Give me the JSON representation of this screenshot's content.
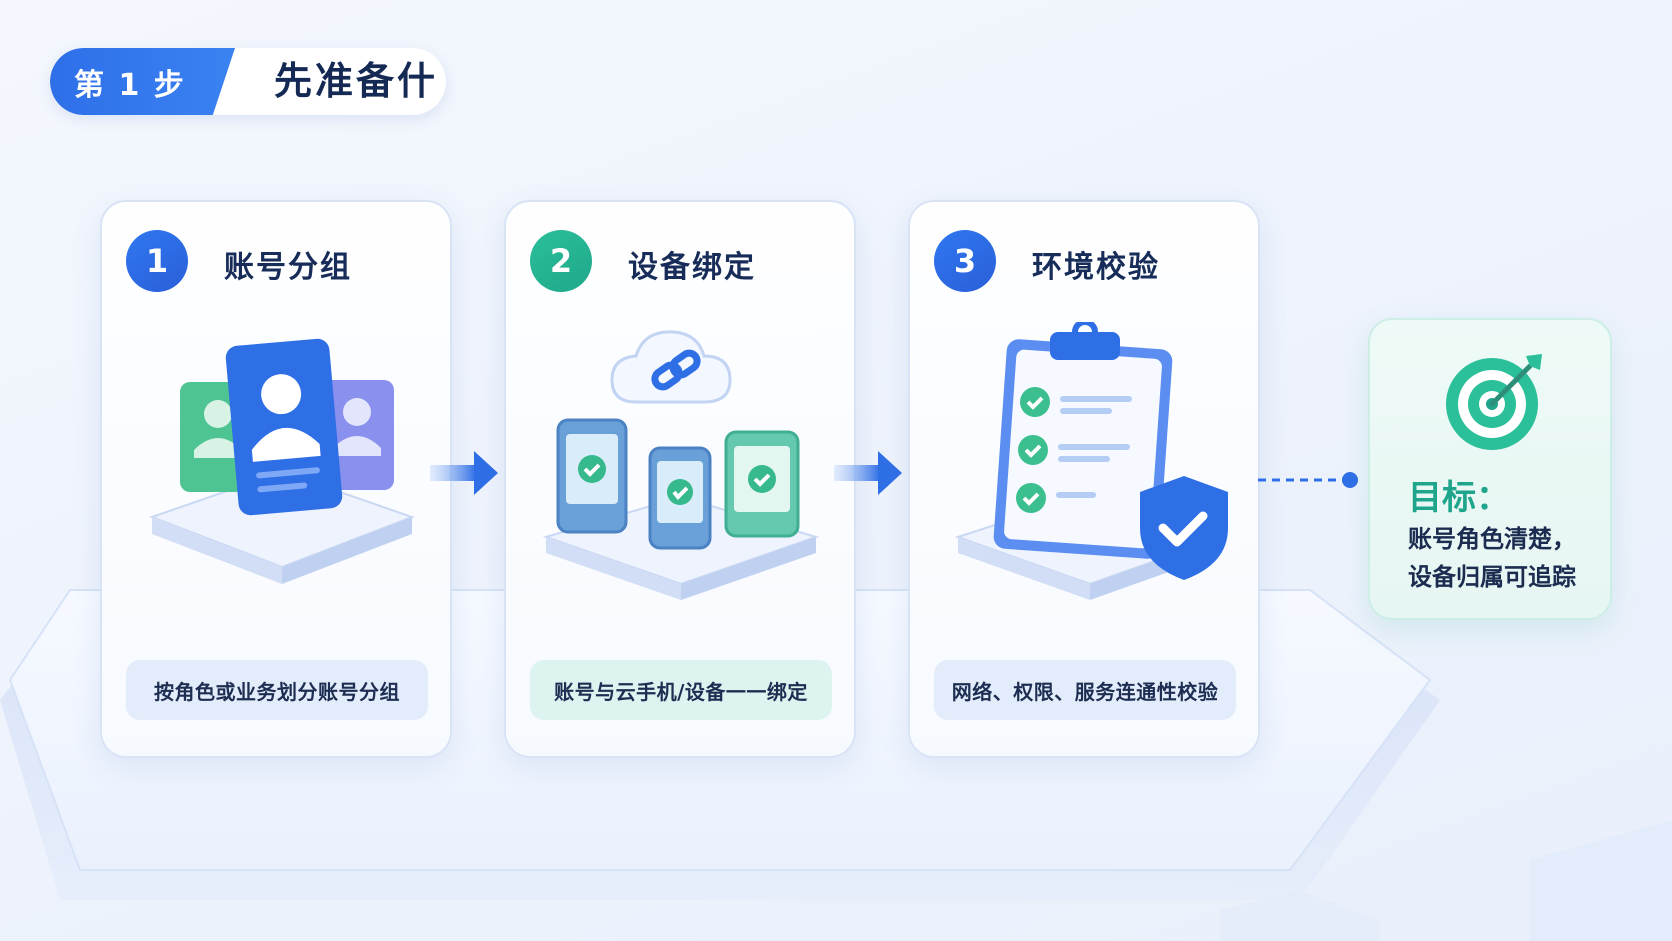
{
  "step": {
    "badge": "第 1 步",
    "title": "先准备什么"
  },
  "cards": [
    {
      "number": "1",
      "title": "账号分组",
      "description": "按角色或业务划分账号分组",
      "color": "#2f77f0"
    },
    {
      "number": "2",
      "title": "设备绑定",
      "description": "账号与云手机/设备一一绑定",
      "color": "#2bbf9a"
    },
    {
      "number": "3",
      "title": "环境校验",
      "description": "网络、权限、服务连通性校验",
      "color": "#2f77f0"
    }
  ],
  "goal": {
    "label": "目标：",
    "line1": "账号角色清楚，",
    "line2": "设备归属可追踪",
    "color": "#1fa58b"
  },
  "icons": [
    "id-cards-icon",
    "cloud-link-phones-icon",
    "clipboard-checklist-shield-icon",
    "target-icon",
    "arrow-right-icon"
  ]
}
